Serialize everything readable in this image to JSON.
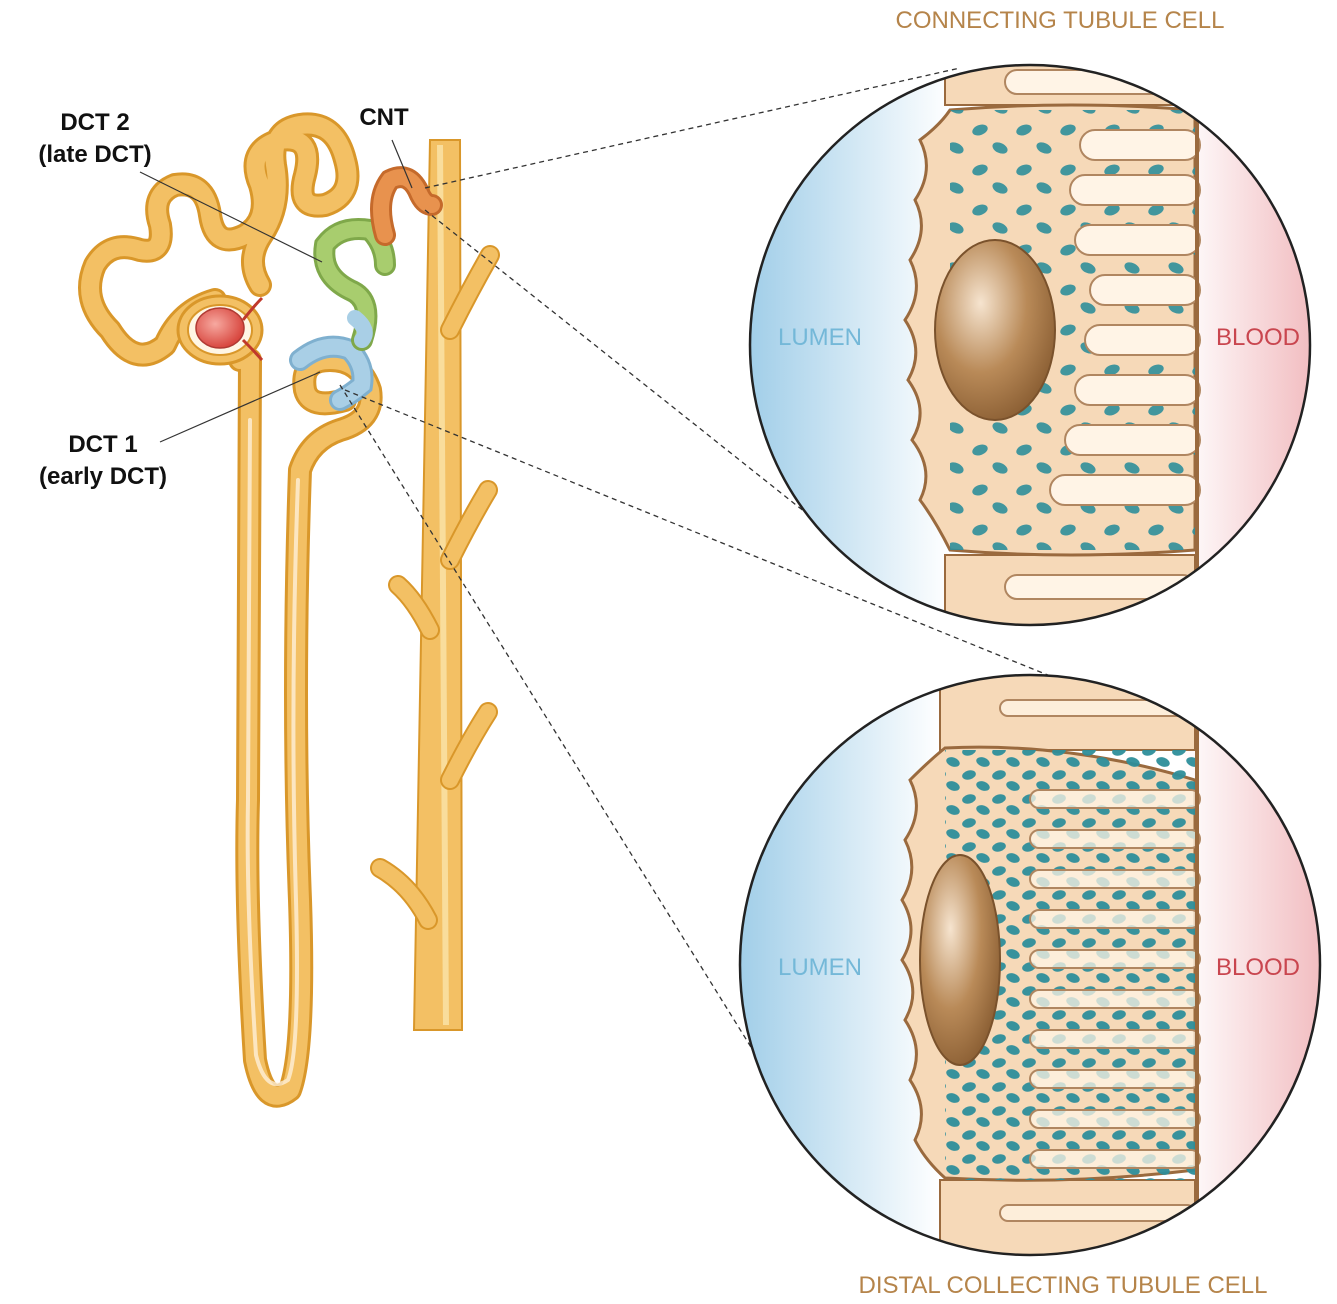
{
  "labels": {
    "dct2_line1": "DCT 2",
    "dct2_line2": "(late DCT)",
    "cnt": "CNT",
    "dct1_line1": "DCT 1",
    "dct1_line2": "(early DCT)"
  },
  "panels": {
    "top": {
      "title": "CONNECTING TUBULE CELL",
      "lumen": "LUMEN",
      "blood": "BLOOD"
    },
    "bottom": {
      "title": "DISTAL COLLECTING TUBULE CELL",
      "lumen": "LUMEN",
      "blood": "BLOOD"
    }
  },
  "colors": {
    "tubule": "#F3C064",
    "tubule_outline": "#D9972A",
    "glomerulus": "#E0504F",
    "dct1": "#A9CFE6",
    "dct2": "#A8CD6E",
    "cnt": "#E8924E",
    "cell": "#F6D9B8",
    "membrane": "#9A6A3E",
    "mitochondria": "#2E8E9A",
    "nucleus": "#A87A48",
    "lumen": "#B5D9EE",
    "blood": "#F3C0C4",
    "title_text": "#B5844A",
    "lumen_text": "#74B8D8",
    "blood_text": "#C9464F"
  }
}
